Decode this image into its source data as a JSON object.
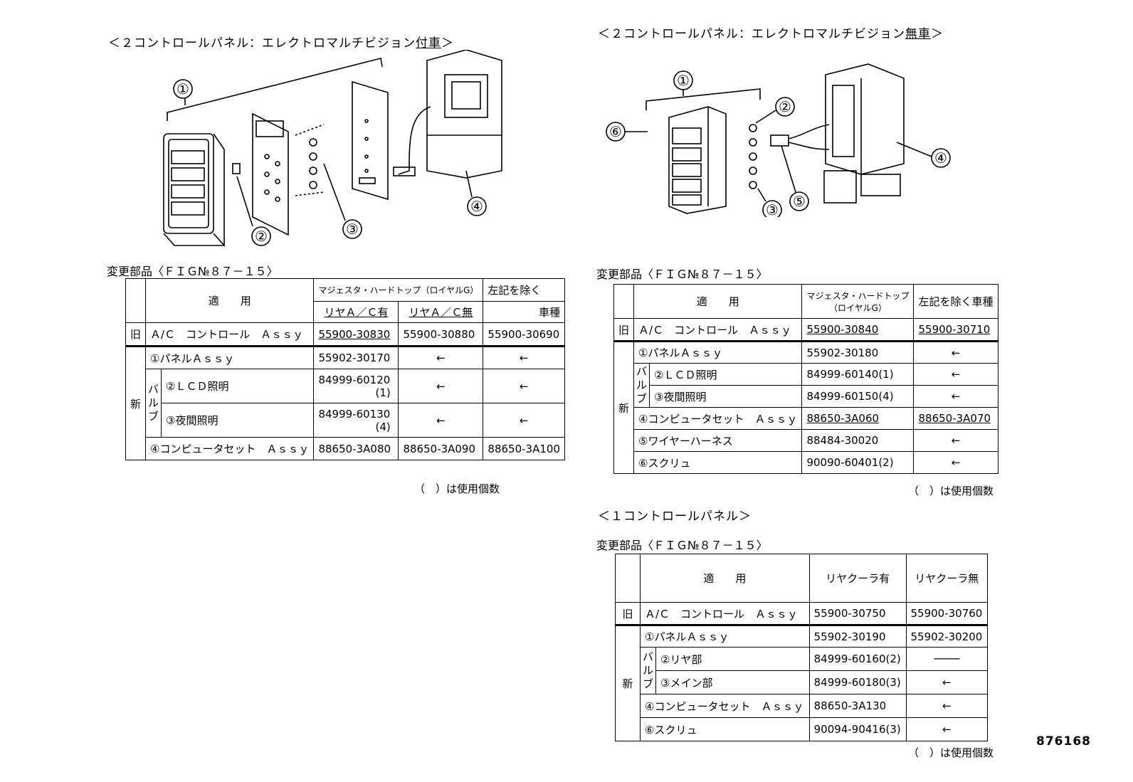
{
  "left": {
    "title_pre": "＜２コントロールパネル：エレクトロマルチビジョン",
    "title_u": "付車",
    "title_post": "＞",
    "callouts": [
      "①",
      "②",
      "③",
      "④"
    ],
    "sub": "変更部品〈ＦＩＧ№８７－１５〉",
    "table": {
      "h_tekiyo": "適　　用",
      "h_maj": "マジェスタ・ハードトップ（ロイヤルG）",
      "h_rear_ari": "リヤＡ／Ｃ有",
      "h_rear_nashi": "リヤＡ／Ｃ無",
      "h_other1": "左記を除く",
      "h_other2": "車種",
      "old_label": "旧",
      "new_label": "新",
      "valve_label": "バルブ",
      "rows": [
        {
          "name": "Ａ/Ｃ　コントロール　Ａｓｓｙ",
          "a": "55900-30830",
          "b": "55900-30880",
          "c": "55900-30690"
        },
        {
          "name": "①パネルＡｓｓｙ",
          "a": "55902-30170",
          "b": "←",
          "c": "←"
        },
        {
          "name": "②ＬＣＤ照明",
          "a": "84999-60120",
          "a2": "(1)",
          "b": "←",
          "c": "←"
        },
        {
          "name": "③夜間照明",
          "a": "84999-60130",
          "a2": "(4)",
          "b": "←",
          "c": "←"
        },
        {
          "name": "④コンピュータセット　Ａｓｓｙ",
          "a": "88650-3A080",
          "b": "88650-3A090",
          "c": "88650-3A100"
        }
      ]
    },
    "note": "（　）は使用個数"
  },
  "right": {
    "title_pre": "＜２コントロールパネル：エレクトロマルチビジョン",
    "title_u": "無車",
    "title_post": "＞",
    "callouts": [
      "①",
      "②",
      "③",
      "④",
      "⑤",
      "⑥"
    ],
    "sub": "変更部品〈ＦＩＧ№８７－１５〉",
    "table": {
      "h_tekiyo": "適　　用",
      "h_maj1": "マジェスタ・ハードトップ",
      "h_maj2": "（ロイヤルG）",
      "h_other": "左記を除く車種",
      "old_label": "旧",
      "new_label": "新",
      "valve_label": "バルブ",
      "rows": [
        {
          "name": "Ａ/Ｃ　コントロール　Ａｓｓｙ",
          "a": "55900-30840",
          "b": "55900-30710"
        },
        {
          "name": "①パネルＡｓｓｙ",
          "a": "55902-30180",
          "b": "←"
        },
        {
          "name": "②ＬＣＤ照明",
          "a": "84999-60140(1)",
          "b": "←"
        },
        {
          "name": "③夜間照明",
          "a": "84999-60150(4)",
          "b": "←"
        },
        {
          "name": "④コンピュータセット　Ａｓｓｙ",
          "a": "88650-3A060",
          "b": "88650-3A070"
        },
        {
          "name": "⑤ワイヤーハーネス",
          "a": "88484-30020",
          "b": "←"
        },
        {
          "name": "⑥スクリュ",
          "a": "90090-60401(2)",
          "b": "←"
        }
      ]
    },
    "note": "（　）は使用個数"
  },
  "bottom": {
    "title": "＜１コントロールパネル＞",
    "sub": "変更部品〈ＦＩＧ№８７－１５〉",
    "table": {
      "h_tekiyo": "適　　用",
      "h_a": "リヤクーラ有",
      "h_b": "リヤクーラ無",
      "old_label": "旧",
      "new_label": "新",
      "valve_label": "バルブ",
      "rows": [
        {
          "name": "Ａ/Ｃ　コントロール　Ａｓｓｙ",
          "a": "55900-30750",
          "b": "55900-30760"
        },
        {
          "name": "①パネルＡｓｓｙ",
          "a": "55902-30190",
          "b": "55902-30200"
        },
        {
          "name": "②リヤ部",
          "a": "84999-60160(2)",
          "b": "────"
        },
        {
          "name": "③メイン部",
          "a": "84999-60180(3)",
          "b": "←"
        },
        {
          "name": "④コンピュータセット　Ａｓｓｙ",
          "a": "88650-3A130",
          "b": "←"
        },
        {
          "name": "⑥スクリュ",
          "a": "90094-90416(3)",
          "b": "←"
        }
      ]
    },
    "note": "（　）は使用個数"
  },
  "doc_number": "876168"
}
